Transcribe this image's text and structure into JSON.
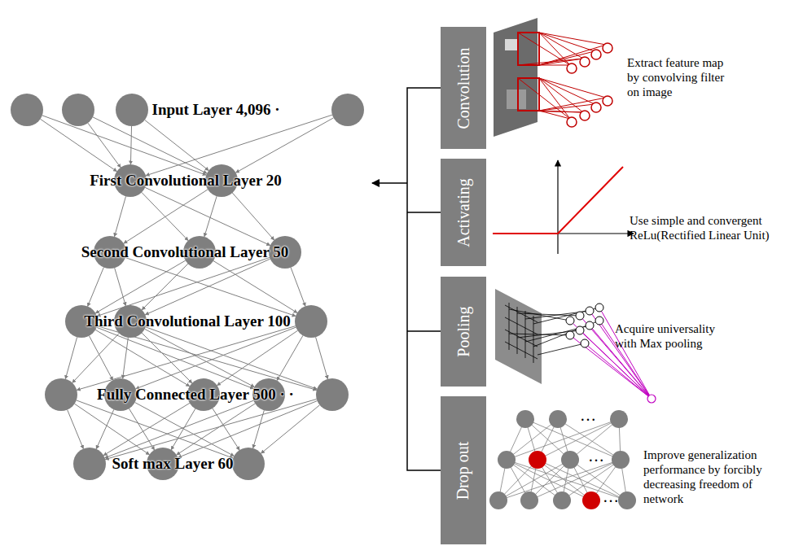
{
  "diagram": {
    "nodes": [
      {
        "text": [
          "Convolution"
        ]
      },
      {
        "text": [
          "Activating"
        ]
      },
      {
        "text": [
          "Pooling"
        ]
      },
      {
        "text": [
          "Drop out"
        ]
      }
    ],
    "labels": [
      "Input Layer 4,096 ·",
      "First Convolutional Layer 20",
      "Second Convolutional Layer 50",
      "Third Convolutional Layer 100",
      "Fully Connected Layer 500 · ·",
      "Soft max Layer 60",
      "Extract feature map by convolving filter on image",
      "Use simple and convergent ReLu(Rectified Linear Unit)",
      "Acquire universality with Max pooling",
      "Improve generalization performance by forcibly decreasing freedom of network",
      "…",
      "…",
      "…"
    ]
  }
}
